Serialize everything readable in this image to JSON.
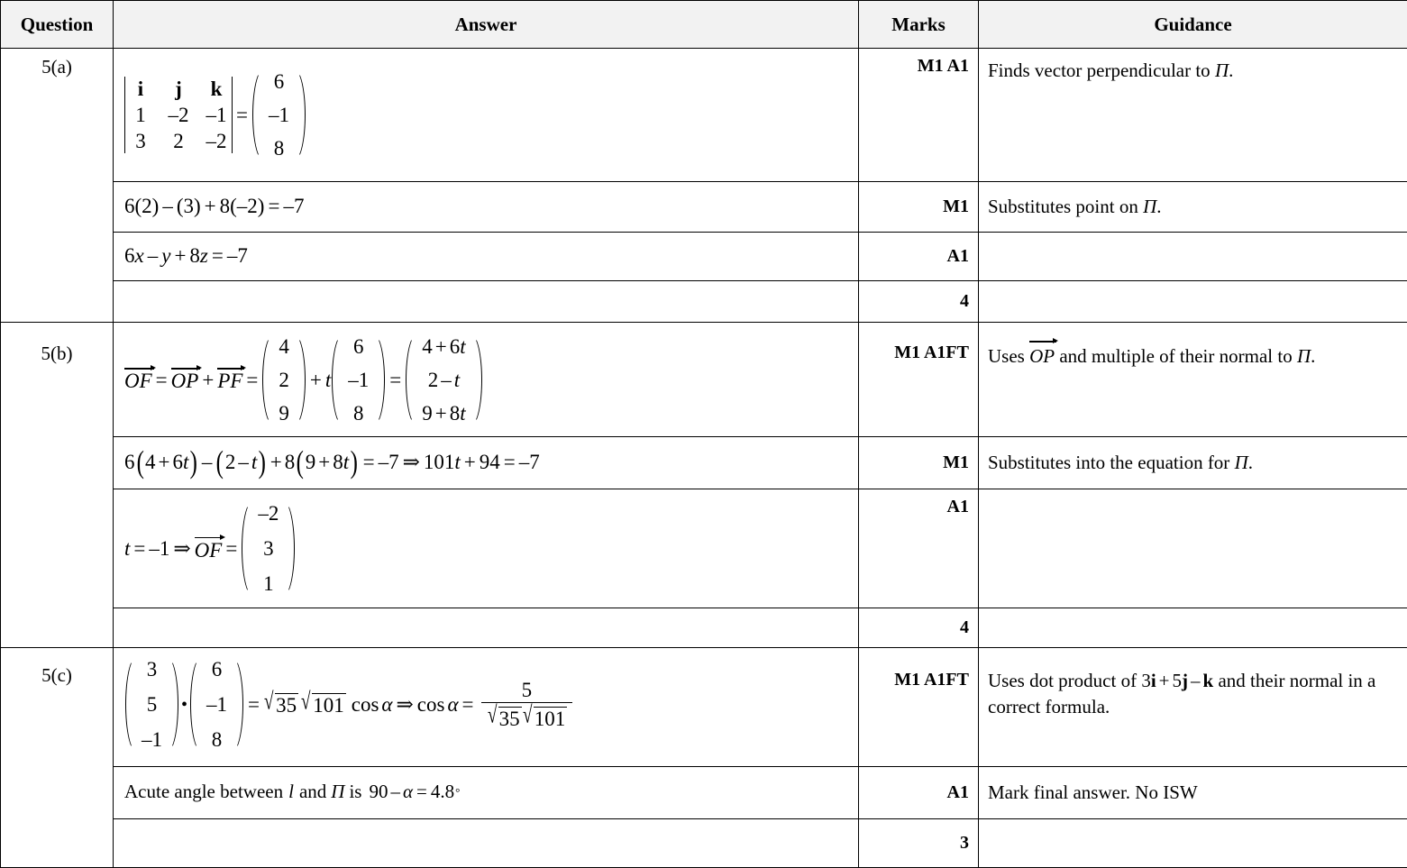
{
  "table": {
    "headers": {
      "question": "Question",
      "answer": "Answer",
      "marks": "Marks",
      "guidance": "Guidance"
    },
    "rows": [
      {
        "question": "5(a)",
        "answer_type": "determinant-equals-vector",
        "answer_text": "|i j k; 1 -2 -1; 3 2 -2| = (6, -1, 8)",
        "determinant": {
          "row1": [
            "i",
            "j",
            "k"
          ],
          "row2": [
            "1",
            "–2",
            "–1"
          ],
          "row3": [
            "3",
            "2",
            "–2"
          ]
        },
        "result_vector": [
          "6",
          "–1",
          "8"
        ],
        "marks": "M1 A1",
        "guidance": "Finds vector perpendicular to Π."
      },
      {
        "question": "",
        "answer_type": "plain-math",
        "answer_text": "6(2) – (3) + 8(–2) = –7",
        "marks": "M1",
        "guidance": "Substitutes point on Π."
      },
      {
        "question": "",
        "answer_type": "plain-math",
        "answer_text": "6x – y + 8z = –7",
        "marks": "A1",
        "guidance": ""
      },
      {
        "question": "",
        "answer_type": "total",
        "answer_text": "",
        "marks": "4",
        "guidance": ""
      },
      {
        "question": "5(b)",
        "answer_type": "of-equals-op-plus-pf",
        "answer_text": "OF = OP + PF = (4,2,9) + t(6,-1,8) = (4+6t, 2-t, 9+8t)",
        "vector_op": [
          "4",
          "2",
          "9"
        ],
        "vector_normal": [
          "6",
          "–1",
          "8"
        ],
        "vector_result": [
          "4 + 6t",
          "2 – t",
          "9 + 8t"
        ],
        "marks": "M1 A1FT",
        "guidance": "Uses OP and multiple of their normal to Π."
      },
      {
        "question": "",
        "answer_type": "plain-math",
        "answer_text": "6(4 + 6t) – (2 – t) + 8(9 + 8t) = –7 ⇒ 101t + 94 = –7",
        "marks": "M1",
        "guidance": "Substitutes into the equation for Π."
      },
      {
        "question": "",
        "answer_type": "t-equals-of-vector",
        "answer_text": "t = –1 ⇒ OF = (–2, 3, 1)",
        "result_vector": [
          "–2",
          "3",
          "1"
        ],
        "marks": "A1",
        "guidance": ""
      },
      {
        "question": "",
        "answer_type": "total",
        "answer_text": "",
        "marks": "4",
        "guidance": ""
      },
      {
        "question": "5(c)",
        "answer_type": "dot-product",
        "answer_text": "(3,5,-1) . (6,-1,8) = √35 √101 cos α ⇒ cos α = 5 / (√35 √101)",
        "vector_a": [
          "3",
          "5",
          "–1"
        ],
        "vector_b": [
          "6",
          "–1",
          "8"
        ],
        "marks": "M1 A1FT",
        "guidance": "Uses dot product of 3i + 5j – k and their normal in a correct formula."
      },
      {
        "question": "",
        "answer_type": "acute-angle",
        "answer_text": "Acute angle between l and Π is 90 – α = 4.8°",
        "marks": "A1",
        "guidance": "Mark final answer. No ISW"
      },
      {
        "question": "",
        "answer_type": "total",
        "answer_text": "",
        "marks": "3",
        "guidance": ""
      }
    ]
  },
  "math": {
    "r1_det": {
      "i": "i",
      "j": "j",
      "k": "k",
      "a21": "1",
      "a22": "–2",
      "a23": "–1",
      "a31": "3",
      "a32": "2",
      "a33": "–2",
      "eq": "=",
      "v1": "6",
      "v2": "–1",
      "v3": "8"
    },
    "r2": {
      "full": "6(2) – (3) + 8(–2) = –7",
      "t1": "6(2)",
      "op1": "–",
      "t2": "(3)",
      "op2": "+",
      "t3": "8(–2)",
      "eq": "=",
      "rhs": "–7"
    },
    "r3": {
      "c6": "6",
      "x": "x",
      "op1": "–",
      "y": "y",
      "op2": "+",
      "c8": "8",
      "z": "z",
      "eq": "=",
      "rhs": "–7"
    },
    "r5": {
      "of": "OF",
      "eq1": "=",
      "op": "OP",
      "plus": "+",
      "pf": "PF",
      "eq2": "=",
      "v_op": [
        "4",
        "2",
        "9"
      ],
      "plus_t": "+",
      "t": "t",
      "v_n": [
        "6",
        "–1",
        "8"
      ],
      "eq3": "=",
      "v_res": [
        "4 + 6t",
        "2 – t",
        "9 + 8t"
      ],
      "res1_a": "4",
      "res1_op": "+",
      "res1_b": "6",
      "res1_t": "t",
      "res2_a": "2",
      "res2_op": "–",
      "res2_t": "t",
      "res3_a": "9",
      "res3_op": "+",
      "res3_b": "8",
      "res3_t": "t"
    },
    "r6": {
      "c6": "6",
      "p1a": "4",
      "p1op": "+",
      "p1b": "6",
      "p1t": "t",
      "mid1": "–",
      "p2a": "2",
      "p2op": "–",
      "p2t": "t",
      "mid2": "+",
      "c8": "8",
      "p3a": "9",
      "p3op": "+",
      "p3b": "8",
      "p3t": "t",
      "eq1": "=",
      "rhs1": "–7",
      "impl": "⇒",
      "c101": "101",
      "tt": "t",
      "plus94": "+",
      "n94": "94",
      "eq2": "=",
      "rhs2": "–7"
    },
    "r7": {
      "t": "t",
      "eq1": "=",
      "val": "–1",
      "impl": "⇒",
      "of": "OF",
      "eq2": "=",
      "v": [
        "–2",
        "3",
        "1"
      ]
    },
    "r9": {
      "va": [
        "3",
        "5",
        "–1"
      ],
      "dot": "•",
      "vb": [
        "6",
        "–1",
        "8"
      ],
      "eq1": "=",
      "rad": "√",
      "r35": "35",
      "r101": "101",
      "cos1": "cos",
      "alpha1": "α",
      "impl": "⇒",
      "cos2": "cos",
      "alpha2": "α",
      "eq2": "=",
      "num": "5",
      "den_r35": "35",
      "den_r101": "101"
    },
    "r10": {
      "prefix": "Acute angle between",
      "l": "l",
      "and": "and",
      "pi": "Π",
      "is": "is",
      "n90": "90",
      "minus": "–",
      "alpha": "α",
      "eq": "=",
      "val": "4.8",
      "deg": "°"
    }
  },
  "guidance_parts": {
    "g1": {
      "pre": "Finds vector perpendicular to ",
      "pi": "Π",
      "post": "."
    },
    "g2": {
      "pre": "Substitutes point on ",
      "pi": "Π",
      "post": "."
    },
    "g5": {
      "pre": "Uses ",
      "vec": "OP",
      "mid": " and multiple of their normal to ",
      "pi": "Π",
      "post": "."
    },
    "g6": {
      "pre": "Substitutes into the equation for ",
      "pi": "Π",
      "post": "."
    },
    "g9": {
      "pre": "Uses dot product of ",
      "m3": "3",
      "mi": "i",
      "mplus": "+",
      "m5": "5",
      "mj": "j",
      "mminus": "–",
      "mk": "k",
      "post": " and their normal in a correct formula."
    },
    "g10": {
      "text": "Mark final answer. No ISW"
    }
  },
  "colors": {
    "header_background": "#f2f2f2",
    "border": "#000000",
    "text": "#000000",
    "page_background": "#ffffff"
  }
}
